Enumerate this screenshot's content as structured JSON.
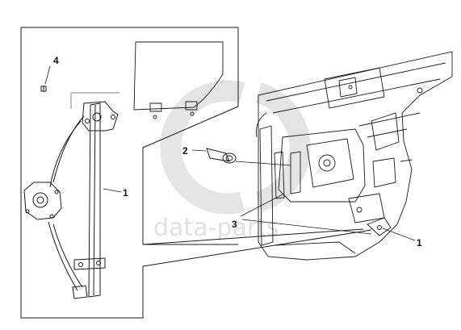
{
  "watermark": {
    "text": "data-parts",
    "logo_name": "gear-logo",
    "color": "#c9c9c9"
  },
  "callouts": [
    {
      "id": "c1a",
      "label": "1"
    },
    {
      "id": "c1b",
      "label": "1"
    },
    {
      "id": "c2",
      "label": "2"
    },
    {
      "id": "c3",
      "label": "3"
    },
    {
      "id": "c4",
      "label": "4"
    }
  ],
  "colors": {
    "line": "#1a1a1a",
    "light_line": "#555555",
    "background": "#ffffff"
  }
}
